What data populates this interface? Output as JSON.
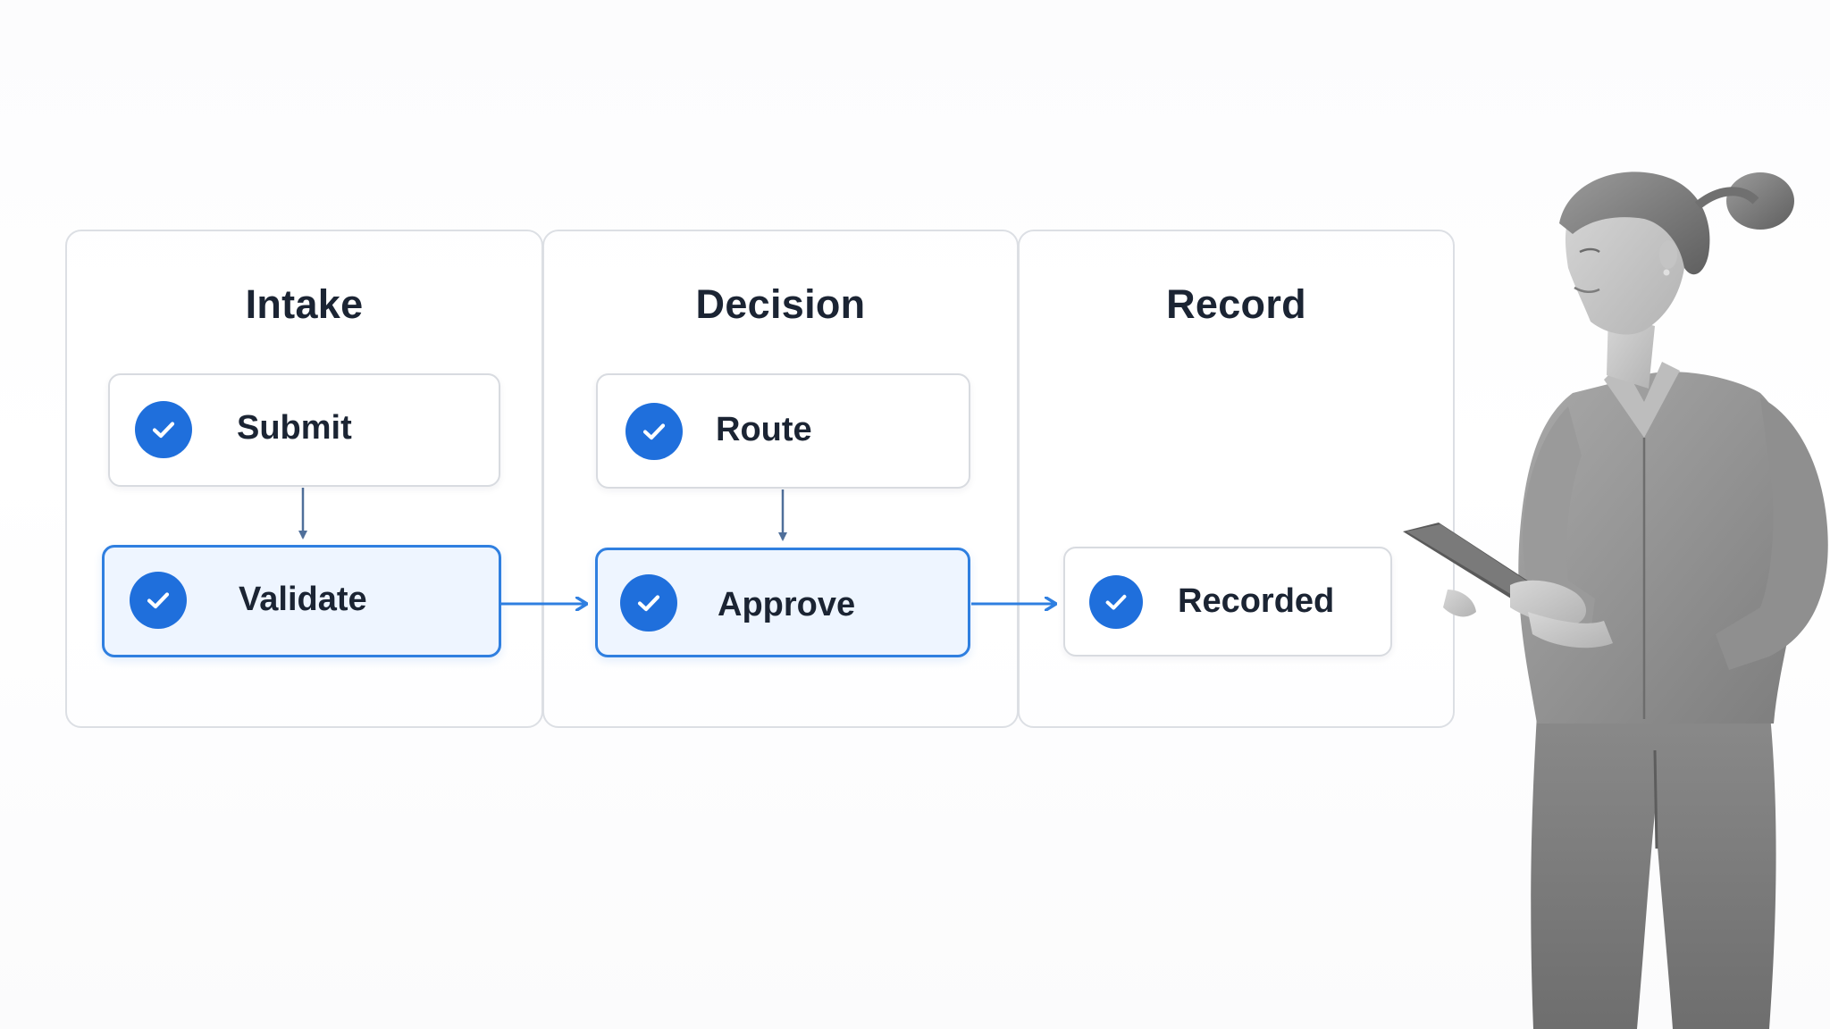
{
  "colors": {
    "accent": "#1f6fdc",
    "active_border": "#2f7fe0",
    "active_fill": "#eef5ff",
    "connector_blue": "#2f7fe0",
    "connector_slate": "#4f6f9a",
    "text": "#1b2433",
    "lane_border": "#dcdfe4"
  },
  "lanes": [
    {
      "title": "Intake",
      "steps": [
        {
          "label": "Submit",
          "state": "complete",
          "icon": "check-circle-icon"
        },
        {
          "label": "Validate",
          "state": "complete-highlighted",
          "icon": "check-circle-icon"
        }
      ]
    },
    {
      "title": "Decision",
      "steps": [
        {
          "label": "Route",
          "state": "complete",
          "icon": "check-circle-icon"
        },
        {
          "label": "Approve",
          "state": "complete-highlighted",
          "icon": "check-circle-icon"
        }
      ]
    },
    {
      "title": "Record",
      "steps": [
        {
          "label": "Recorded",
          "state": "complete",
          "icon": "check-circle-icon"
        }
      ]
    }
  ],
  "flow": [
    {
      "from": "Submit",
      "to": "Validate"
    },
    {
      "from": "Route",
      "to": "Approve"
    },
    {
      "from": "Validate",
      "to": "Approve"
    },
    {
      "from": "Approve",
      "to": "Recorded"
    }
  ],
  "photo": {
    "subject": "person-holding-tablet",
    "style": "grayscale"
  }
}
